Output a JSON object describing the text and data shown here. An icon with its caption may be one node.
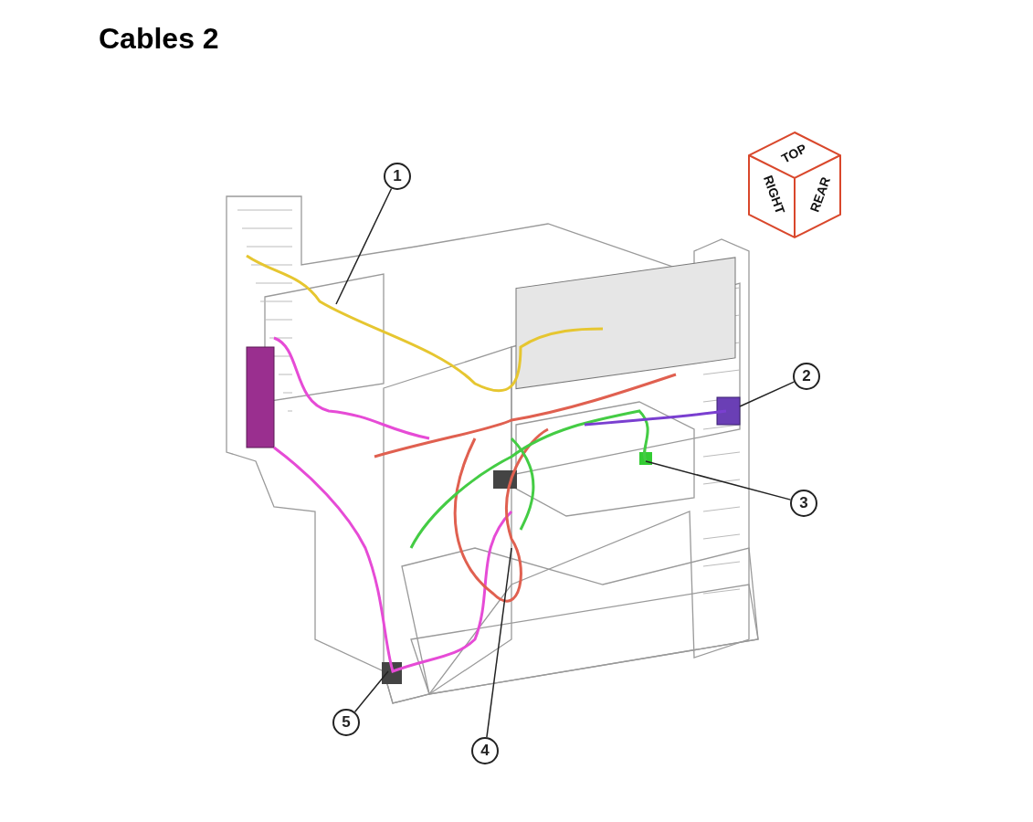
{
  "diagram": {
    "title": "Cables 2",
    "nodes": [
      {
        "text": [
          "1"
        ]
      },
      {
        "text": [
          "2"
        ]
      },
      {
        "text": [
          "3"
        ]
      },
      {
        "text": [
          "4"
        ]
      },
      {
        "text": [
          "5"
        ]
      }
    ],
    "edges": [
      {
        "from": 0,
        "to": null,
        "arrow": "none"
      },
      {
        "from": 1,
        "to": null,
        "arrow": "none"
      },
      {
        "from": 2,
        "to": null,
        "arrow": "none"
      },
      {
        "from": 3,
        "to": null,
        "arrow": "none"
      },
      {
        "from": 4,
        "to": null,
        "arrow": "none"
      }
    ],
    "labels": [
      "TOP",
      "RIGHT",
      "REAR"
    ]
  }
}
